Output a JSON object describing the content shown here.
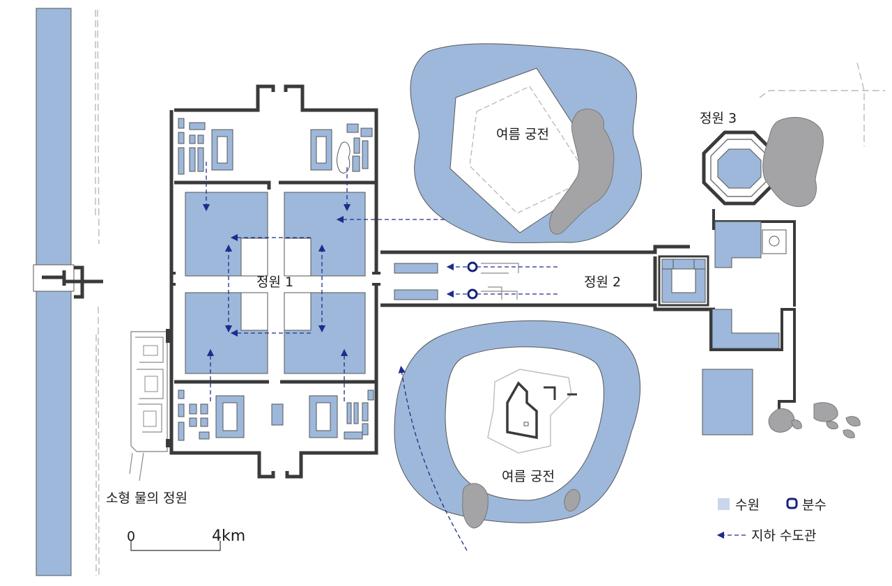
{
  "labels": {
    "garden1": "정원 1",
    "garden2": "정원 2",
    "garden3": "정원 3",
    "summer_palace_north": "여름 궁전",
    "summer_palace_south": "여름 궁전",
    "small_water_garden": "소형 물의 정원"
  },
  "scale_bar": {
    "zero": "0",
    "end": "4km"
  },
  "legend": {
    "water": "수원",
    "fountain": "분수",
    "pipe": "지하 수도관"
  },
  "colors": {
    "water": "#9db8da",
    "wall": "#3a3a3a",
    "rock": "#a4a4a6",
    "pipe": "#1e2c8c",
    "fountain": "#16217a",
    "legend_water": "#c9d6ec"
  }
}
